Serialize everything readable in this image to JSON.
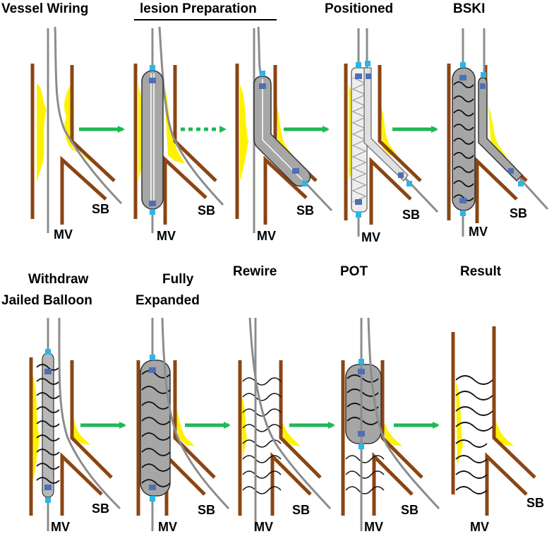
{
  "panels": [
    {
      "title": "Vessel Wiring",
      "mv": "MV",
      "sb": "SB"
    },
    {
      "title": "lesion Preparation",
      "mv": "MV",
      "sb": "SB"
    },
    {
      "title": "",
      "mv": "MV",
      "sb": "SB"
    },
    {
      "title": "Positioned",
      "mv": "MV",
      "sb": "SB"
    },
    {
      "title": "BSKI",
      "mv": "MV",
      "sb": "SB"
    },
    {
      "title_line1": "Withdraw",
      "title_line2": "Jailed Balloon",
      "mv": "MV",
      "sb": "SB"
    },
    {
      "title_line1": "Fully",
      "title_line2": "Expanded",
      "mv": "MV",
      "sb": "SB"
    },
    {
      "title": "Rewire",
      "mv": "MV",
      "sb": "SB"
    },
    {
      "title": "POT",
      "mv": "MV",
      "sb": "SB"
    },
    {
      "title": "Result",
      "mv": "MV",
      "sb": "SB"
    }
  ],
  "colors": {
    "vessel_wall": "#8B4513",
    "plaque": "#FFF200",
    "wire": "#8C8C8C",
    "balloon": "#A6A6A6",
    "marker": "#4F6FB5",
    "catheter_tip": "#29B6E8",
    "arrow": "#1DB954",
    "strut": "#111111"
  },
  "icons": {
    "process_arrow": "right-arrow-icon",
    "dotted_arrow": "dotted-right-arrow-icon"
  }
}
